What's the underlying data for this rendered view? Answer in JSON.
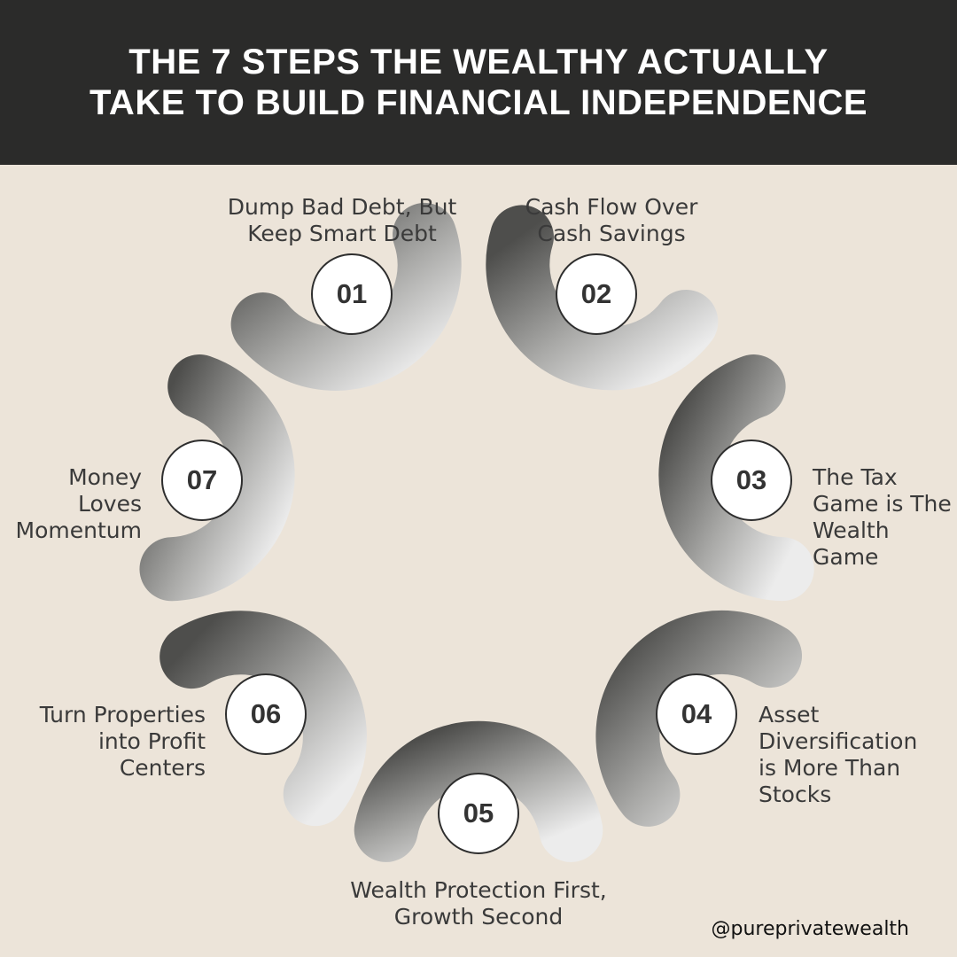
{
  "title": "THE 7 STEPS THE WEALTHY ACTUALLY TAKE TO BUILD FINANCIAL INDEPENDENCE",
  "colors": {
    "header_bg": "#2b2b2a",
    "background": "#ece4d9",
    "shape_dark": "#4e4e4c",
    "shape_light": "#e8e8e8"
  },
  "steps": [
    {
      "number": "01",
      "label": "Dump Bad Debt, But Keep Smart Debt"
    },
    {
      "number": "02",
      "label": "Cash Flow Over Cash Savings"
    },
    {
      "number": "03",
      "label": "The Tax Game is The Wealth Game"
    },
    {
      "number": "04",
      "label": "Asset Diversification is More Than Stocks"
    },
    {
      "number": "05",
      "label": "Wealth Protection First, Growth Second"
    },
    {
      "number": "06",
      "label": "Turn Properties into Profit Centers"
    },
    {
      "number": "07",
      "label": "Money Loves Momentum"
    }
  ],
  "handle": "@pureprivatewealth"
}
